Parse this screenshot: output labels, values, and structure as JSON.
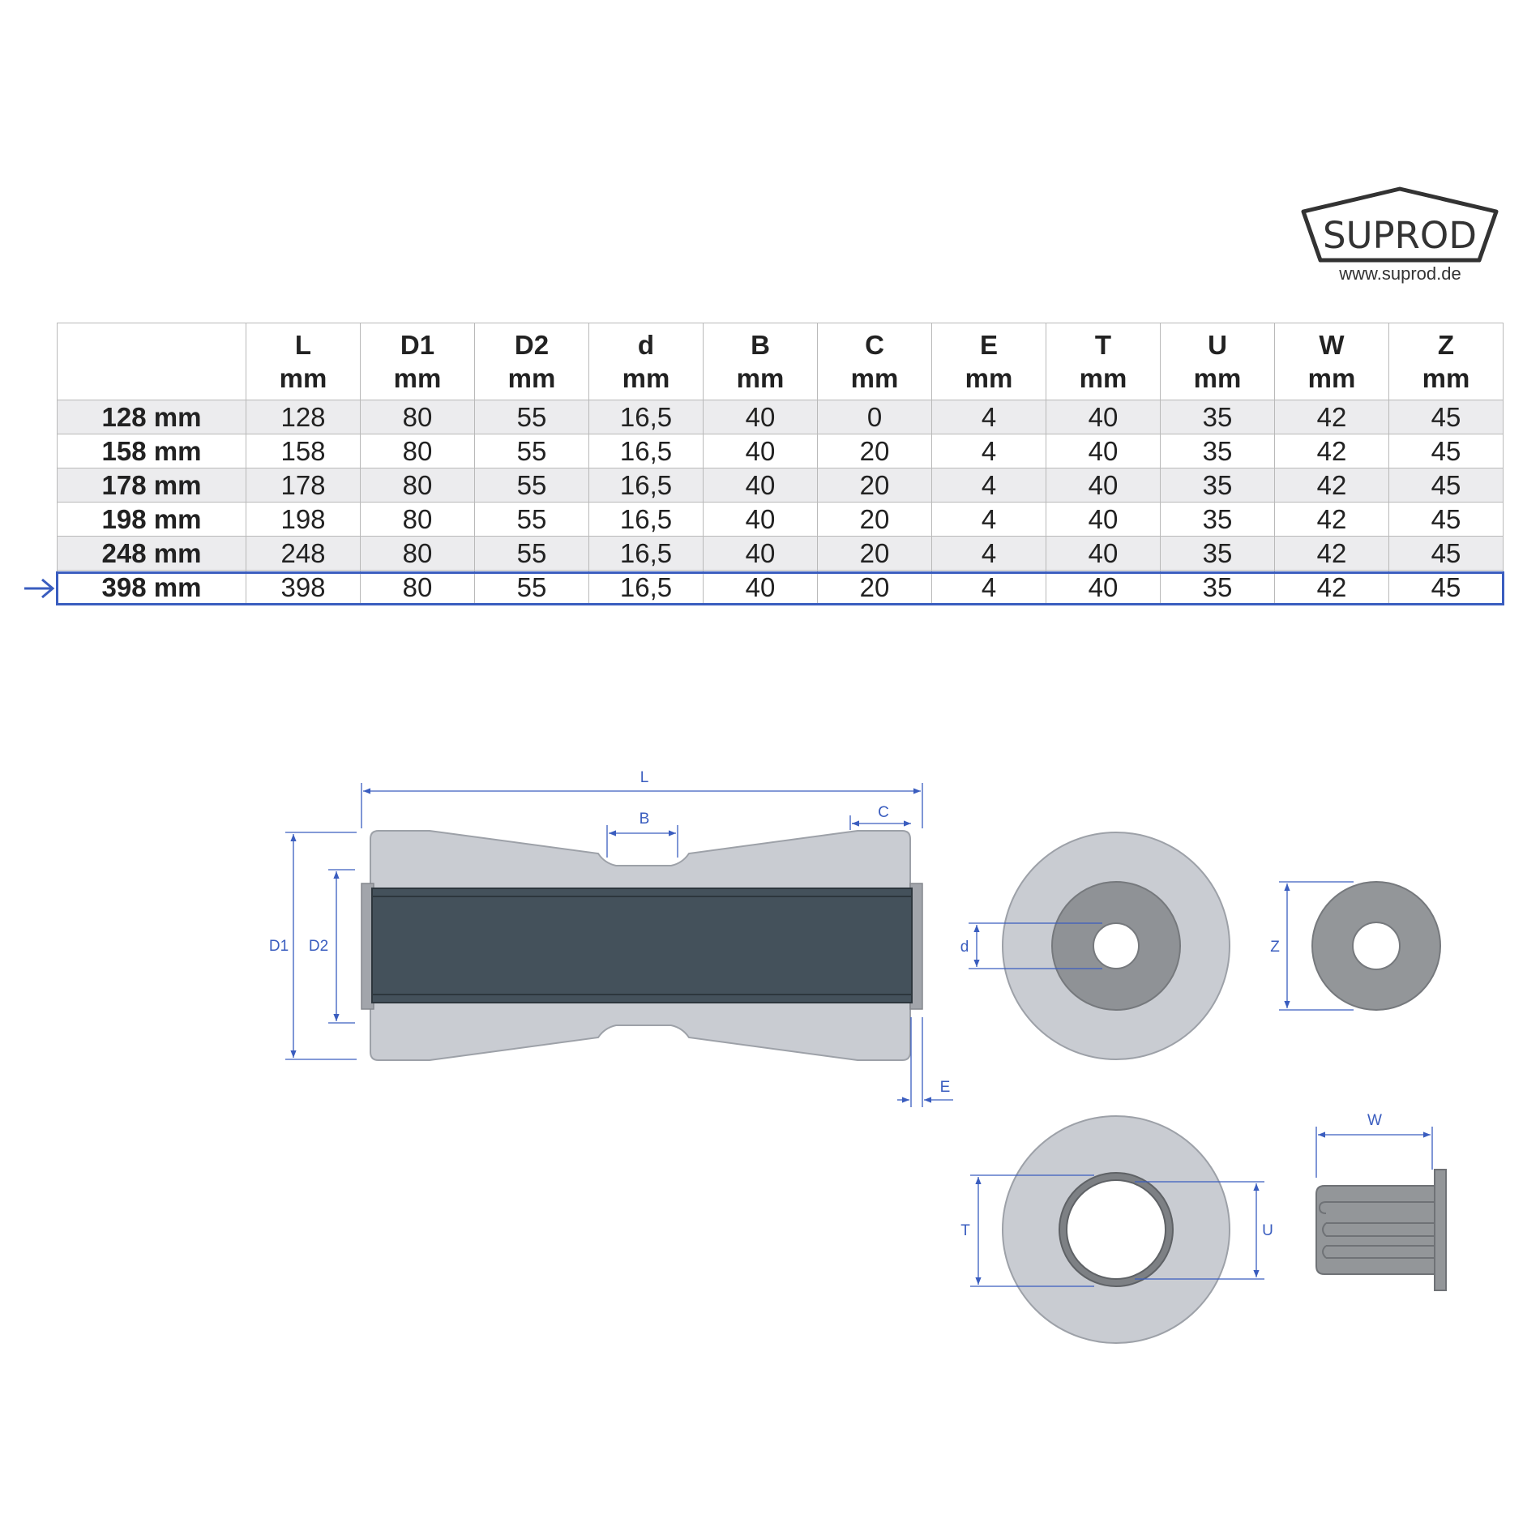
{
  "brand": {
    "name": "SUPROD",
    "url": "www.suprod.de",
    "colors": {
      "accent": "#3a5dbf",
      "header_stripe": "#ececee"
    }
  },
  "table": {
    "columns": [
      {
        "name": "L",
        "unit": "mm"
      },
      {
        "name": "D1",
        "unit": "mm"
      },
      {
        "name": "D2",
        "unit": "mm"
      },
      {
        "name": "d",
        "unit": "mm"
      },
      {
        "name": "B",
        "unit": "mm"
      },
      {
        "name": "C",
        "unit": "mm"
      },
      {
        "name": "E",
        "unit": "mm"
      },
      {
        "name": "T",
        "unit": "mm"
      },
      {
        "name": "U",
        "unit": "mm"
      },
      {
        "name": "W",
        "unit": "mm"
      },
      {
        "name": "Z",
        "unit": "mm"
      }
    ],
    "rows": [
      {
        "label": "128 mm",
        "values": [
          "128",
          "80",
          "55",
          "16,5",
          "40",
          "0",
          "4",
          "40",
          "35",
          "42",
          "45"
        ]
      },
      {
        "label": "158 mm",
        "values": [
          "158",
          "80",
          "55",
          "16,5",
          "40",
          "20",
          "4",
          "40",
          "35",
          "42",
          "45"
        ]
      },
      {
        "label": "178 mm",
        "values": [
          "178",
          "80",
          "55",
          "16,5",
          "40",
          "20",
          "4",
          "40",
          "35",
          "42",
          "45"
        ]
      },
      {
        "label": "198 mm",
        "values": [
          "198",
          "80",
          "55",
          "16,5",
          "40",
          "20",
          "4",
          "40",
          "35",
          "42",
          "45"
        ]
      },
      {
        "label": "248 mm",
        "values": [
          "248",
          "80",
          "55",
          "16,5",
          "40",
          "20",
          "4",
          "40",
          "35",
          "42",
          "45"
        ]
      },
      {
        "label": "398 mm",
        "values": [
          "398",
          "80",
          "55",
          "16,5",
          "40",
          "20",
          "4",
          "40",
          "35",
          "42",
          "45"
        ]
      }
    ],
    "highlighted_row": "398 mm"
  },
  "diagram": {
    "labels": {
      "L": "L",
      "B": "B",
      "C": "C",
      "D1": "D1",
      "D2": "D2",
      "E": "E",
      "d": "d",
      "Z": "Z",
      "T": "T",
      "U": "U",
      "W": "W"
    }
  }
}
